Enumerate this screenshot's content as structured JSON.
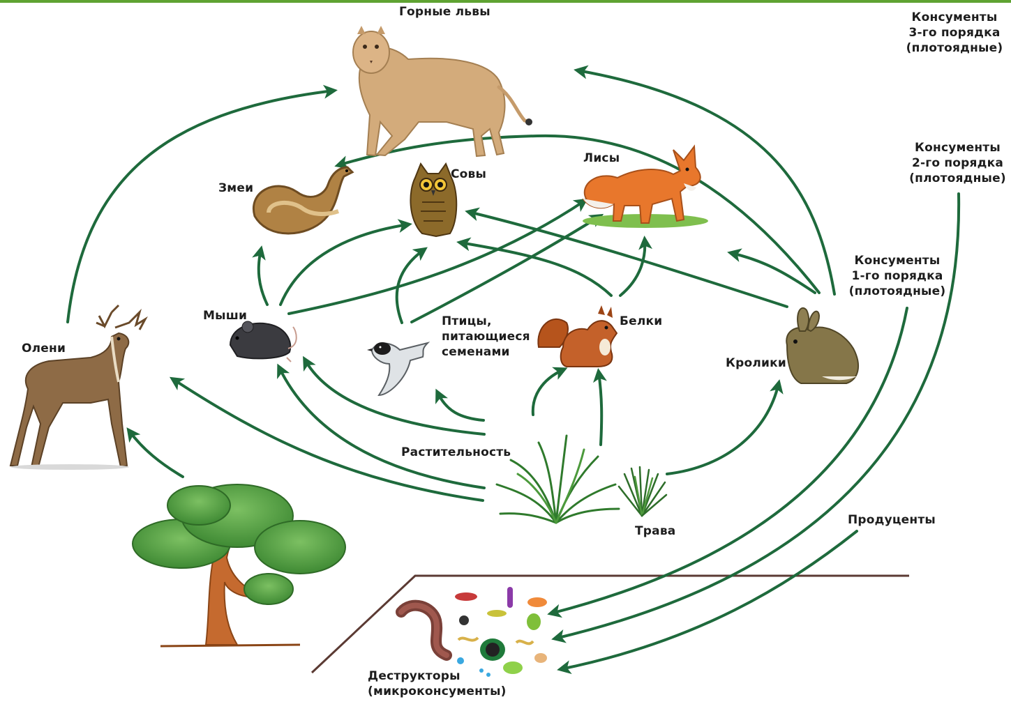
{
  "colors": {
    "arrow": "#1e6a3c",
    "ground_line": "#5b3a33",
    "top_bar": "#5fa332"
  },
  "labels": {
    "mountain_lions": "Горные львы",
    "snakes": "Змеи",
    "owls": "Совы",
    "foxes": "Лисы",
    "mice": "Мыши",
    "seed_birds": [
      "Птицы,",
      "питающиеся",
      "семенами"
    ],
    "squirrels": "Белки",
    "rabbits": "Кролики",
    "deer": "Олени",
    "vegetation": "Растительность",
    "grass": "Трава",
    "decomposers": [
      "Деструкторы",
      "(микроконсументы)"
    ]
  },
  "levels": {
    "tertiary": [
      "Консументы",
      "3-го порядка",
      "(плотоядные)"
    ],
    "secondary": [
      "Консументы",
      "2-го порядка",
      "(плотоядные)"
    ],
    "primary": [
      "Консументы",
      "1-го порядка",
      "(плотоядные)"
    ],
    "producers": "Продуценты"
  },
  "icons": [
    "mountain-lion-icon",
    "snake-icon",
    "owl-icon",
    "fox-icon",
    "mouse-icon",
    "bird-icon",
    "squirrel-icon",
    "rabbit-icon",
    "deer-icon",
    "tree-icon",
    "shrub-icon",
    "grass-icon",
    "worm-icon",
    "microbes-icon"
  ]
}
